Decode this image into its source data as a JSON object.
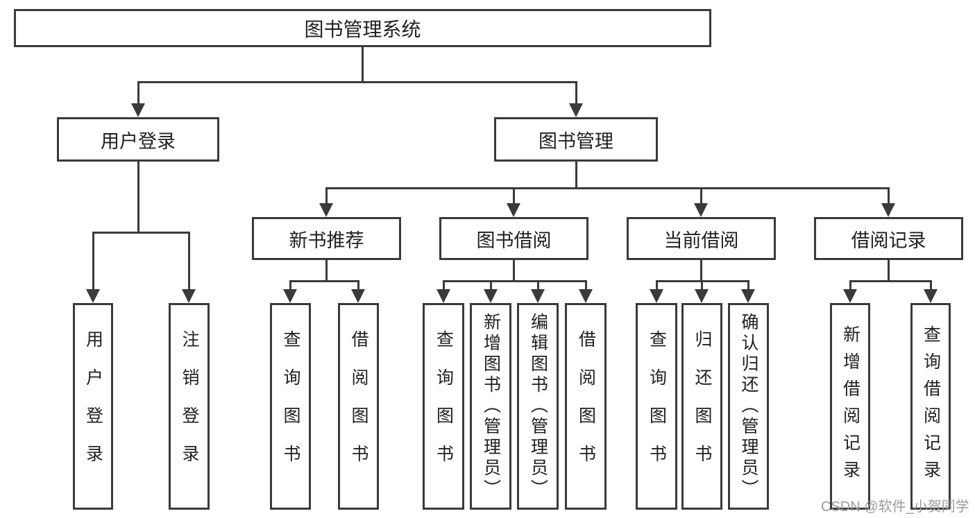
{
  "tree": {
    "root": {
      "label": "图书管理系统",
      "children": [
        {
          "label": "用户登录",
          "children": [
            {
              "label": "用户登录"
            },
            {
              "label": "注销登录"
            }
          ]
        },
        {
          "label": "图书管理",
          "children": [
            {
              "label": "新书推荐",
              "children": [
                {
                  "label": "查询图书"
                },
                {
                  "label": "借阅图书"
                }
              ]
            },
            {
              "label": "图书借阅",
              "children": [
                {
                  "label": "查询图书"
                },
                {
                  "label": "新增图书（管理员）"
                },
                {
                  "label": "编辑图书（管理员）"
                },
                {
                  "label": "借阅图书"
                }
              ]
            },
            {
              "label": "当前借阅",
              "children": [
                {
                  "label": "查询图书"
                },
                {
                  "label": "归还图书"
                },
                {
                  "label": "确认归还（管理员）"
                }
              ]
            },
            {
              "label": "借阅记录",
              "children": [
                {
                  "label": "新增借阅记录"
                },
                {
                  "label": "查询借阅记录"
                }
              ]
            }
          ]
        }
      ]
    }
  },
  "watermark": {
    "text": "CSDN @软件_小贺同学"
  },
  "colors": {
    "line": "#3a3a3a",
    "text": "#202020",
    "watermark": "#9b9b9b",
    "background": "#ffffff"
  }
}
